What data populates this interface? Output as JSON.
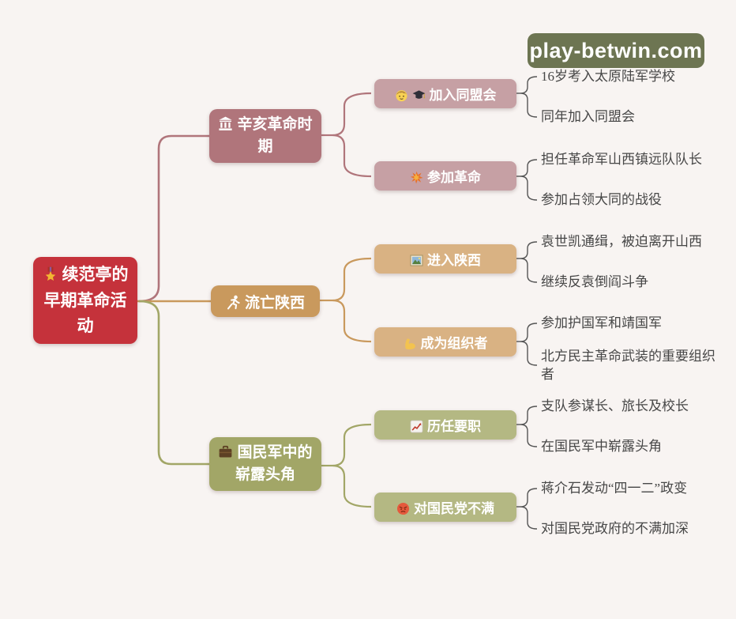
{
  "page": {
    "background": "#f8f4f2",
    "leaf_text_color": "#474747"
  },
  "watermark": {
    "label": "play-betwin.com",
    "bg": "#6d7552",
    "fg": "#ffffff"
  },
  "root": {
    "icon": "military-medal-icon",
    "label": "续范亭的早期革命活动",
    "bg": "#c5323b",
    "fg": "#ffffff"
  },
  "branches": [
    {
      "icon": "classical-building-icon",
      "label": "辛亥革命时期",
      "bg": "#b0757b",
      "line_color": "#b0757b",
      "subtopic_bg": "#c6a0a4",
      "subtopics": [
        {
          "icons": [
            "boy-face-icon",
            "graduation-cap-icon"
          ],
          "label": "加入同盟会",
          "leaves": [
            "16岁考入太原陆军学校",
            "同年加入同盟会"
          ]
        },
        {
          "icons": [
            "collision-icon"
          ],
          "label": "参加革命",
          "leaves": [
            "担任革命军山西镇远队队长",
            "参加占领大同的战役"
          ]
        }
      ]
    },
    {
      "icon": "person-running-icon",
      "label": "流亡陕西",
      "bg": "#c9995d",
      "line_color": "#c9995d",
      "subtopic_bg": "#d9b283",
      "subtopics": [
        {
          "icons": [
            "framed-picture-icon"
          ],
          "label": "进入陕西",
          "leaves": [
            "袁世凯通缉，被迫离开山西",
            "继续反袁倒阎斗争"
          ]
        },
        {
          "icons": [
            "flexed-biceps-icon"
          ],
          "label": "成为组织者",
          "leaves": [
            "参加护国军和靖国军",
            "北方民主革命武装的重要组织者"
          ]
        }
      ]
    },
    {
      "icon": "briefcase-icon",
      "label": "国民军中的崭露头角",
      "bg": "#a2a667",
      "line_color": "#a2a667",
      "subtopic_bg": "#b4b883",
      "subtopics": [
        {
          "icons": [
            "chart-increasing-icon"
          ],
          "label": "历任要职",
          "leaves": [
            "支队参谋长、旅长及校长",
            "在国民军中崭露头角"
          ]
        },
        {
          "icons": [
            "angry-face-icon"
          ],
          "label": "对国民党不满",
          "leaves": [
            "蒋介石发动“四一二”政变",
            "对国民党政府的不满加深"
          ]
        }
      ]
    }
  ]
}
